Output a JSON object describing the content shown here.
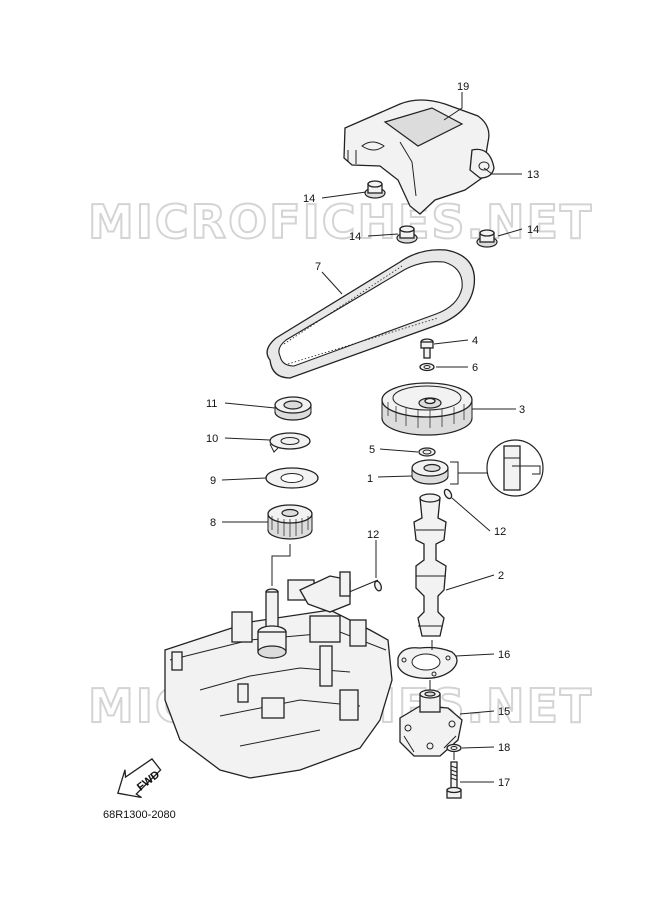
{
  "diagram_code": "68R1300-2080",
  "watermark": "MICROFICHES.NET",
  "fwd_label": "FWD",
  "callouts": {
    "c19": "19",
    "c13": "13",
    "c14a": "14",
    "c14b": "14",
    "c14c": "14",
    "c7": "7",
    "c4": "4",
    "c6": "6",
    "c3": "3",
    "c5": "5",
    "c1": "1",
    "c11": "11",
    "c10": "10",
    "c9": "9",
    "c8": "8",
    "c12a": "12",
    "c12b": "12",
    "c2": "2",
    "c16": "16",
    "c15": "15",
    "c18": "18",
    "c17": "17"
  }
}
